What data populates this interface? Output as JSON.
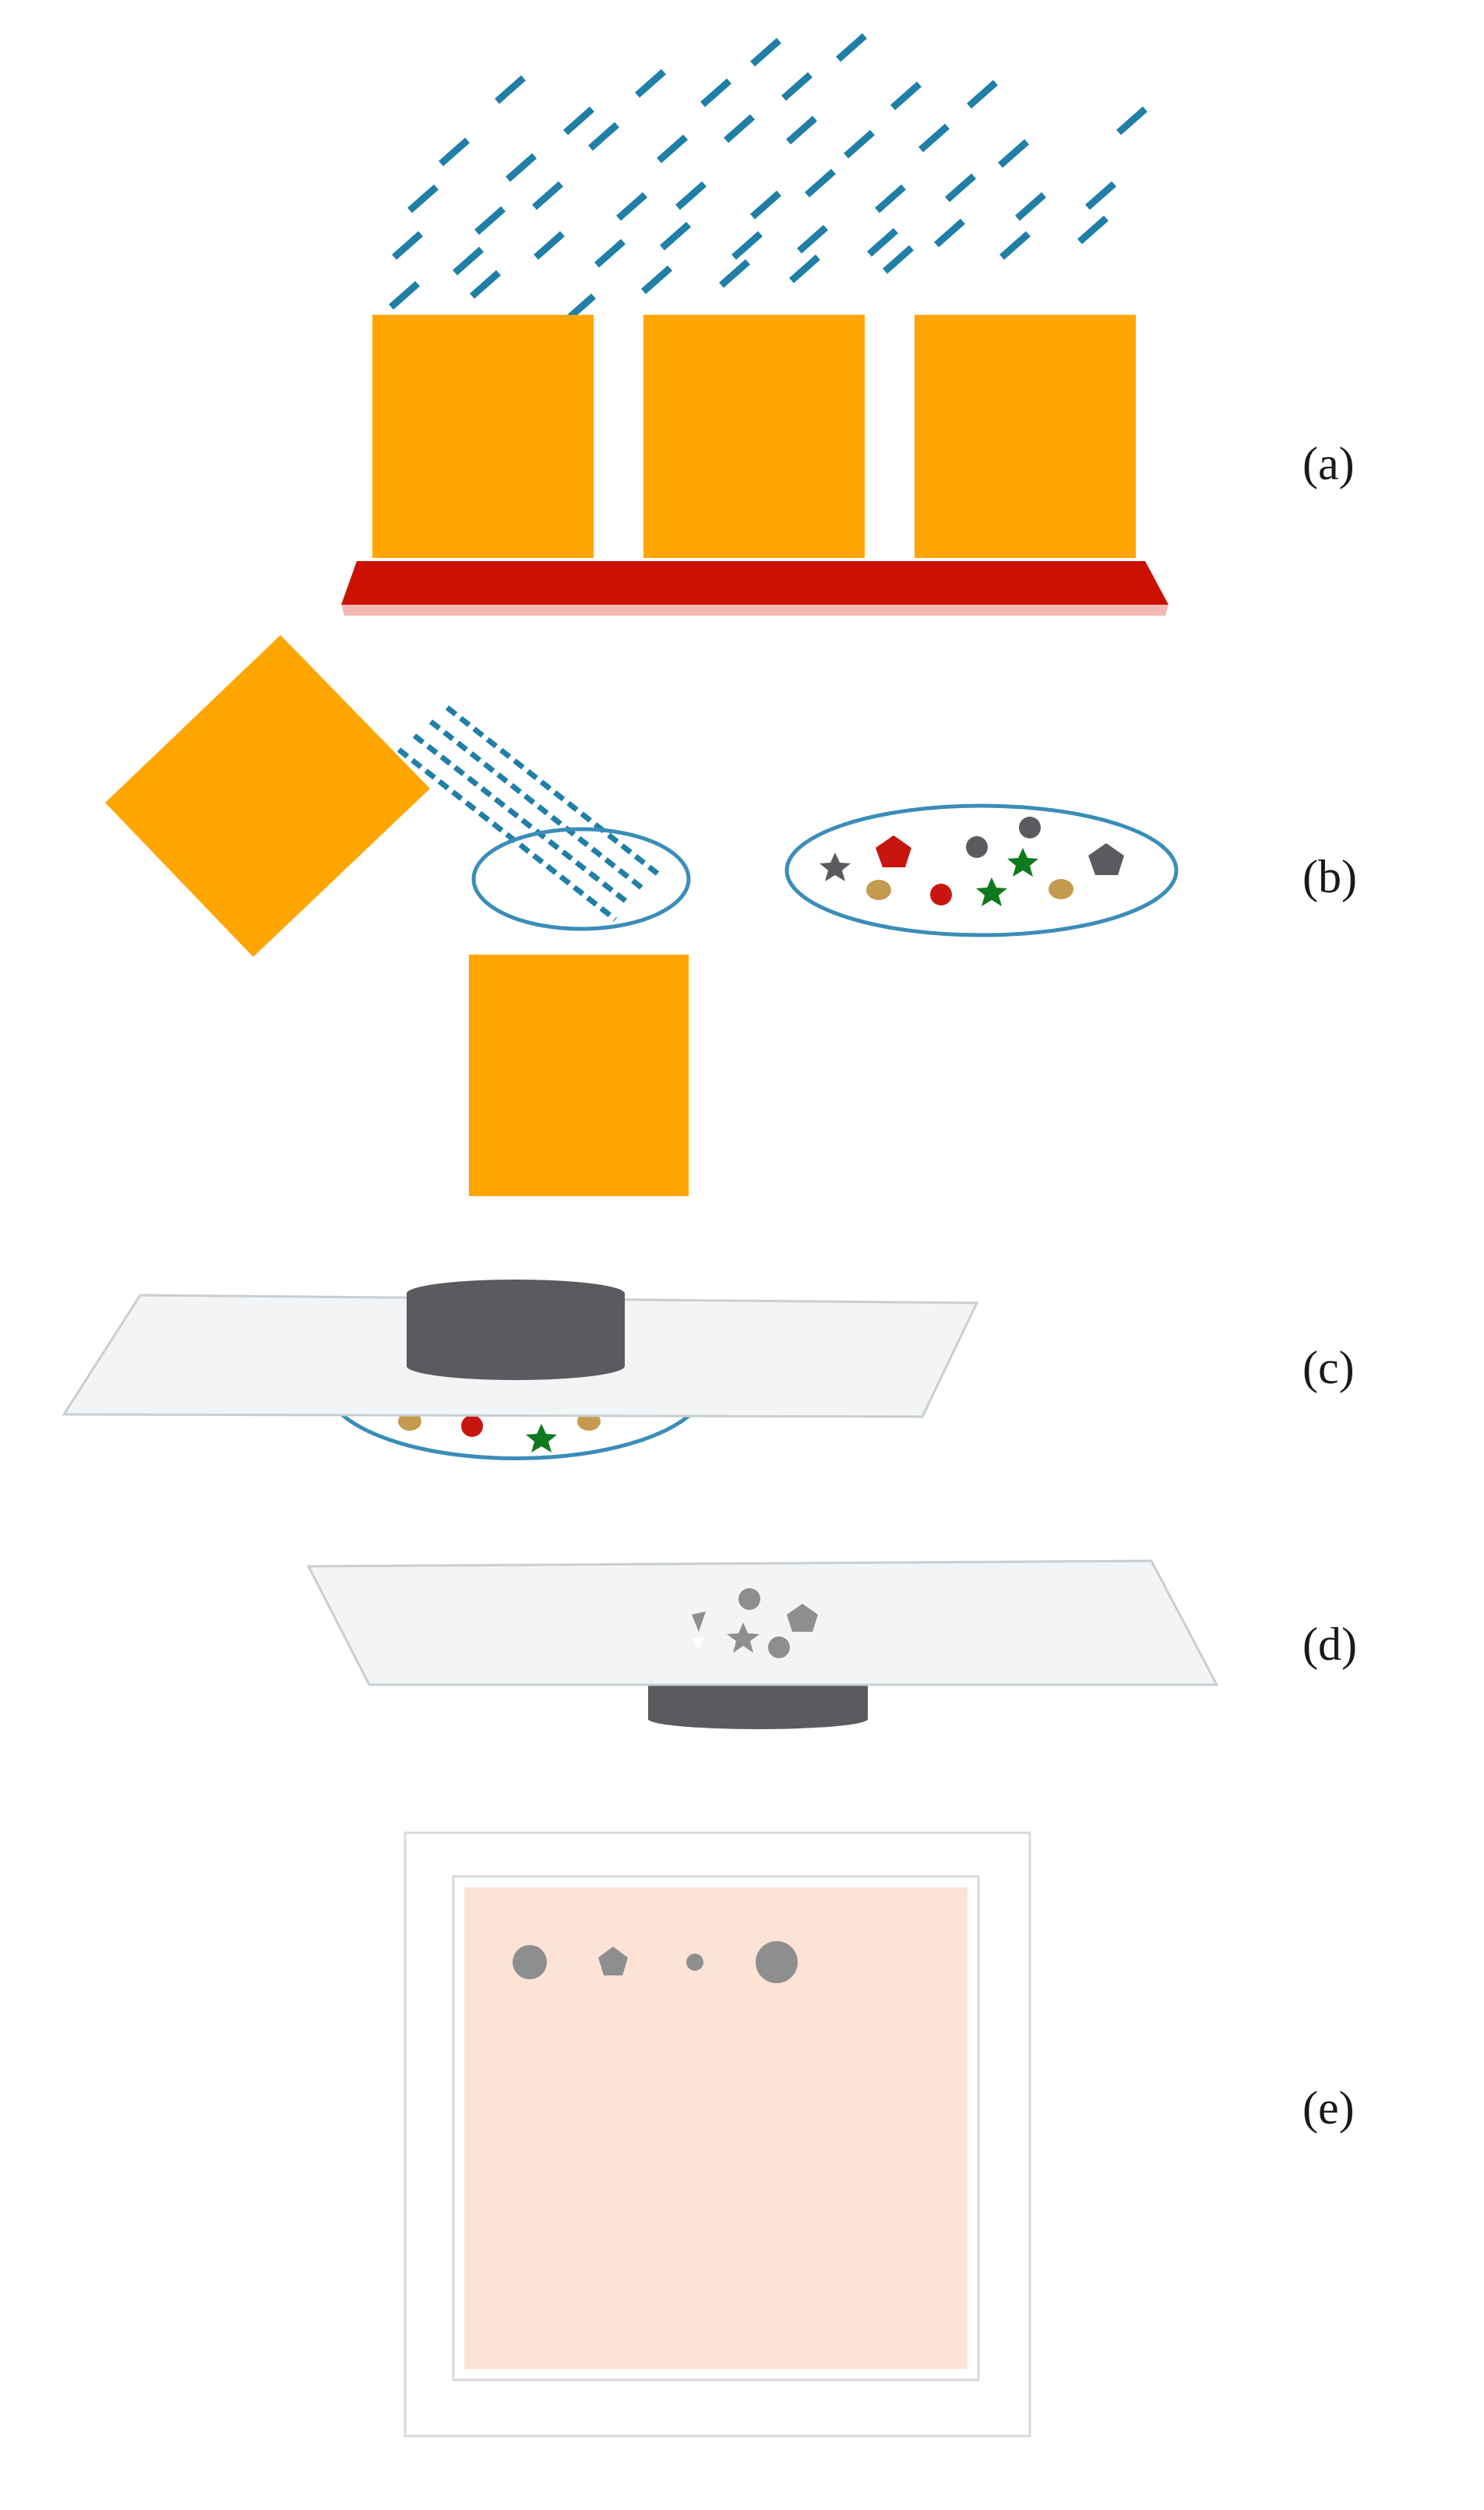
{
  "panels": [
    {
      "id": "a",
      "label": "(a)"
    },
    {
      "id": "b",
      "label": "(b)"
    },
    {
      "id": "c",
      "label": "(c)"
    },
    {
      "id": "d",
      "label": "(d)"
    },
    {
      "id": "e",
      "label": "(e)"
    }
  ],
  "colors": {
    "block": "#FFA500",
    "base": "#CC1100",
    "rays": "#1F7FA6",
    "ellipse_outline": "#3A8DB8",
    "magnet": "#5A5B5E",
    "sheet": "#F2F4F5",
    "sheet_border": "#C9CED2",
    "plate_fill": "#FDE3D6",
    "plate_border": "#D8DADC",
    "particle_grey": "#8E8E8E",
    "particle_dark": "#5A5B5E",
    "particle_red": "#C8160F",
    "particle_brown": "#C49A4E",
    "particle_green": "#0F7A1D"
  },
  "icons": [
    "star-icon",
    "pentagon-icon",
    "circle-icon",
    "triangle-icon"
  ]
}
